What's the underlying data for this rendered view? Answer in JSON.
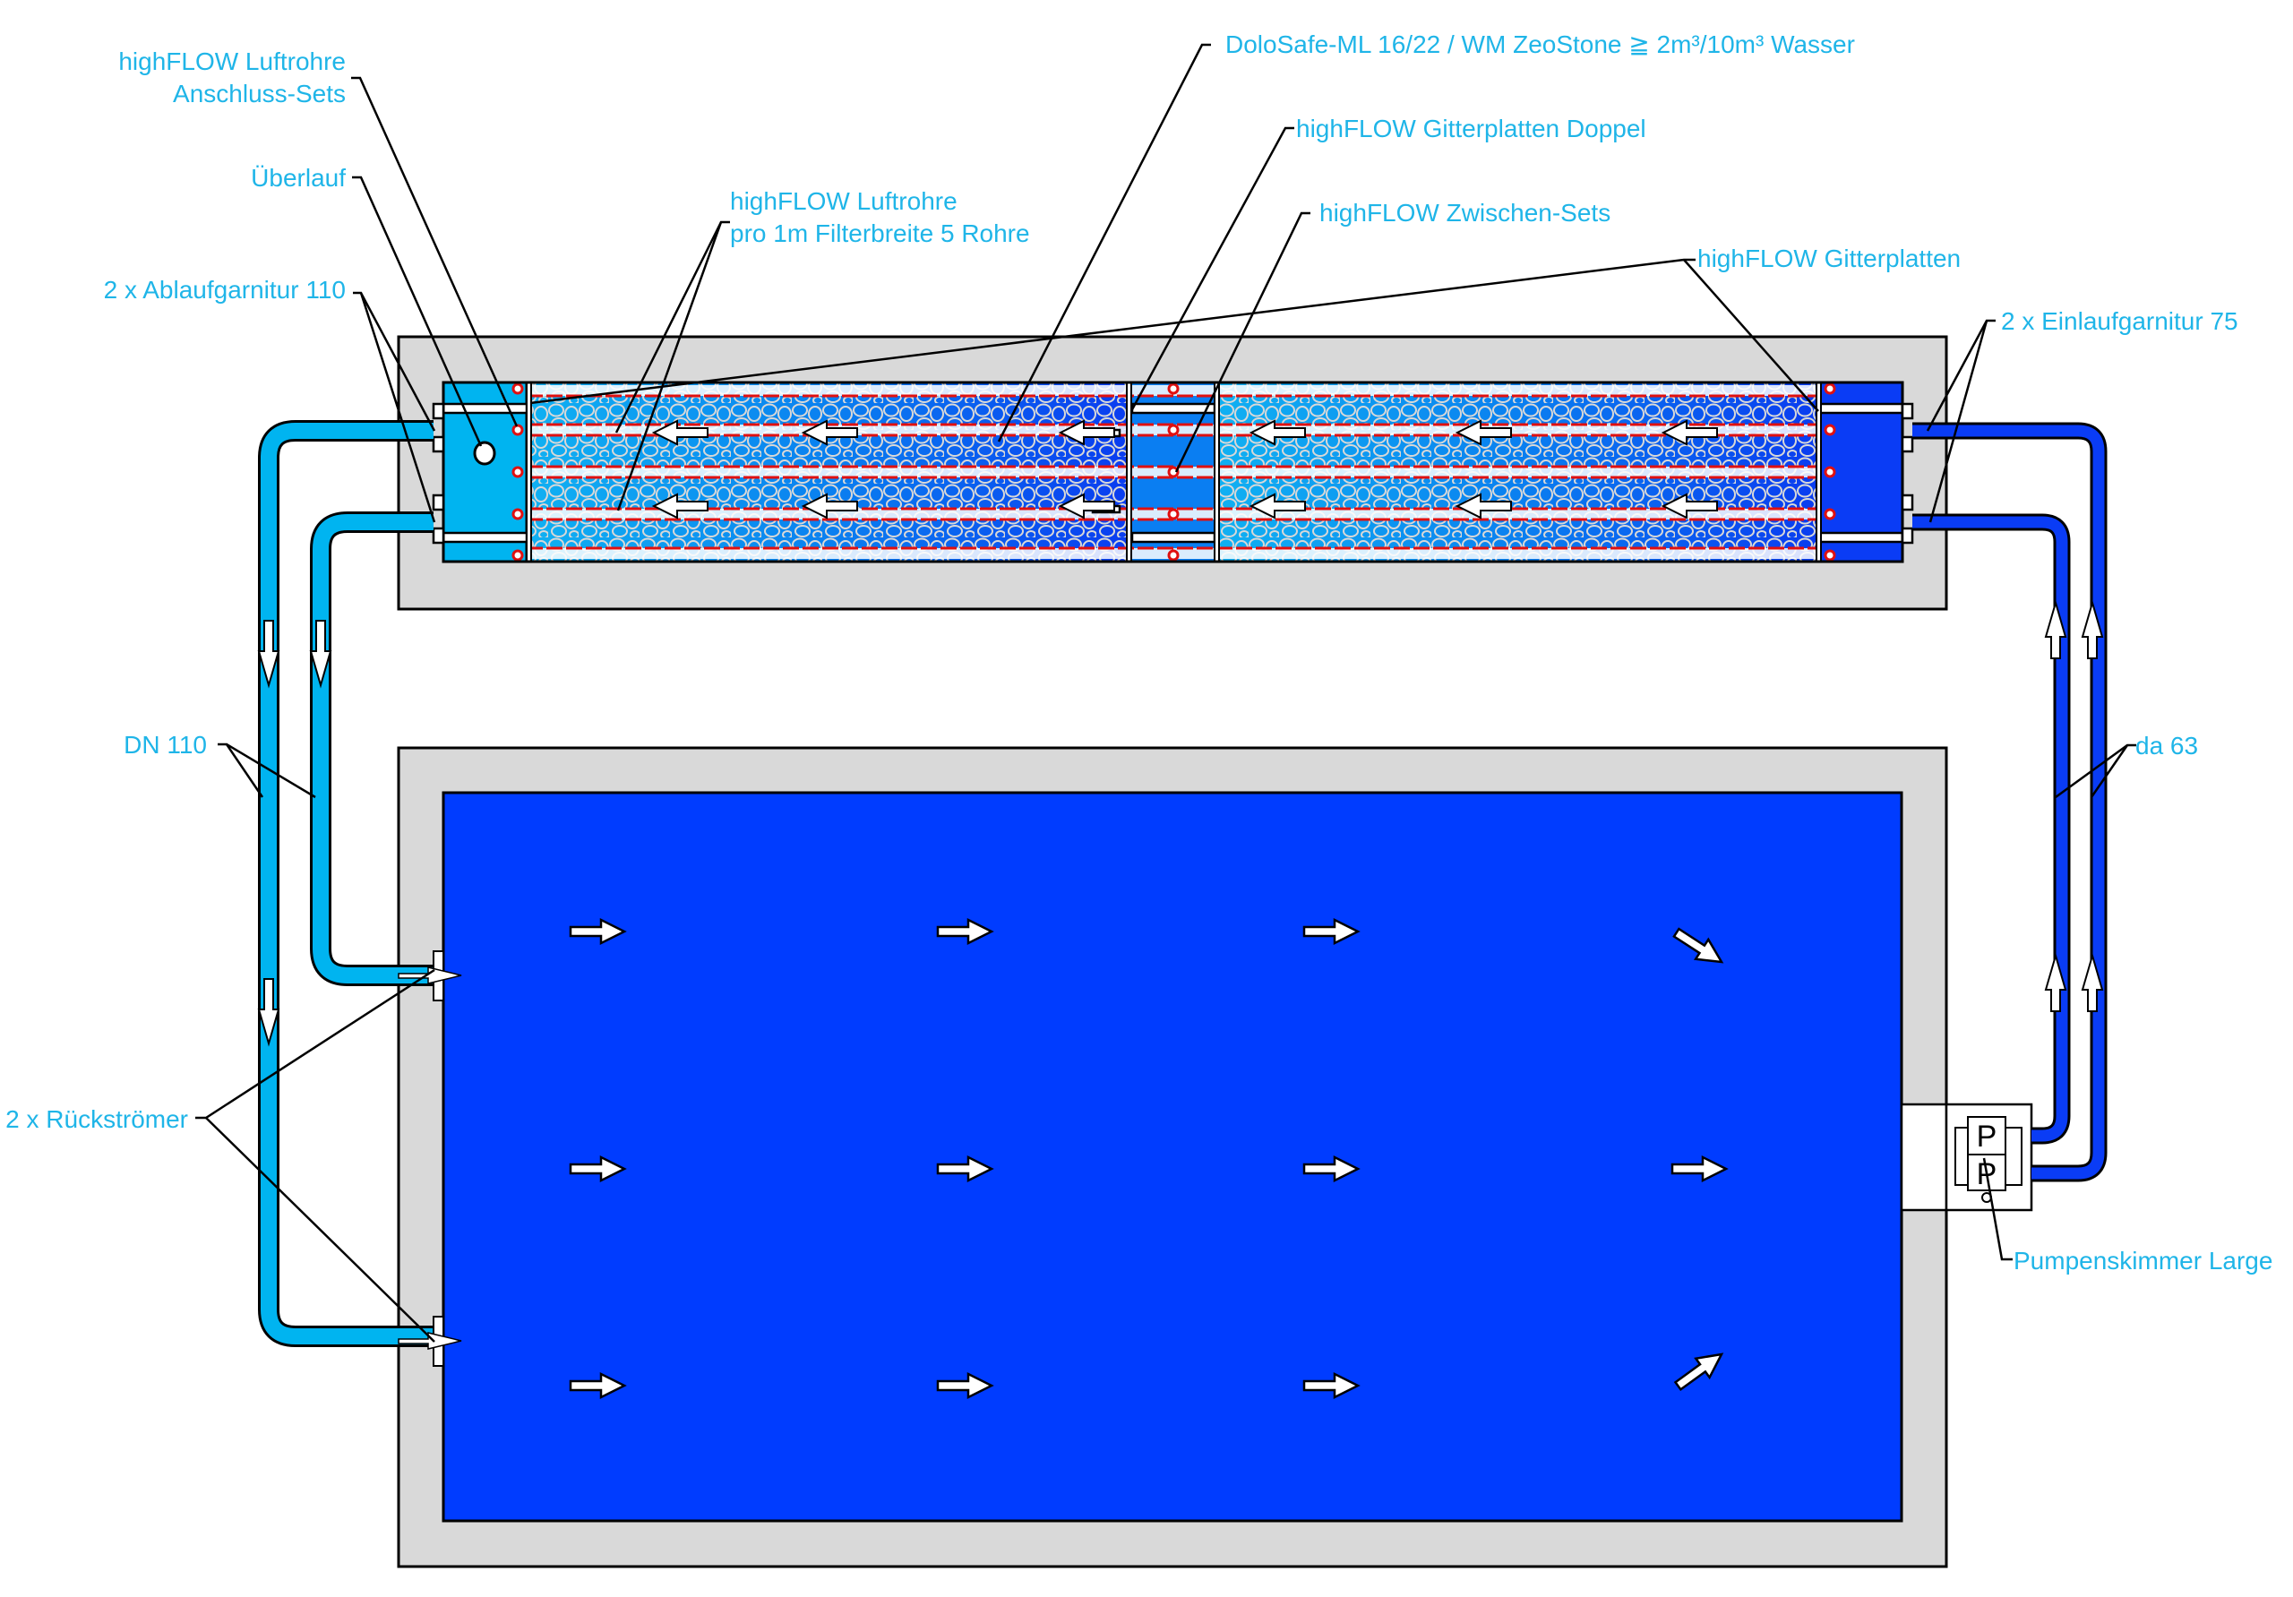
{
  "diagram": {
    "title": "highFLOW Pool Filter Schematic",
    "colors": {
      "label": "#1fb5e8",
      "light_water": "#00b4f0",
      "filter_gradient_start": "#10aaf0",
      "filter_gradient_end": "#0a40f0",
      "dark_water": "#0a3cf5",
      "pool_water": "#003cff",
      "concrete": "#d9d9d9",
      "grid_red": "#e01010",
      "outline": "#000000"
    },
    "labels": {
      "luftrohre_anschluss_line1": "highFLOW Luftrohre",
      "luftrohre_anschluss_line2": "Anschluss-Sets",
      "ueberlauf": "Überlauf",
      "ablaufgarnitur": "2 x Ablaufgarnitur 110",
      "luftrohre_line1": "highFLOW Luftrohre",
      "luftrohre_line2": "pro 1m Filterbreite 5 Rohre",
      "dolosafe": "DoloSafe-ML 16/22  /  WM ZeoStone ≧ 2m³/10m³ Wasser",
      "gitterplatten_doppel": "highFLOW Gitterplatten Doppel",
      "zwischen_sets": "highFLOW Zwischen-Sets",
      "gitterplatten": "highFLOW Gitterplatten",
      "einlaufgarnitur": "2 x Einlaufgarnitur 75",
      "dn110": "DN 110",
      "da63": "da 63",
      "rueckstroemer": "2 x Rückströmer",
      "pumpenskimmer": "Pumpenskimmer Large",
      "pump_letter_top": "P",
      "pump_letter_bottom": "P"
    },
    "flow": {
      "filter_direction": "right-to-left",
      "return_pipes_direction": "down",
      "pump_pipes_direction": "up",
      "pool_direction": "left-to-right"
    }
  }
}
